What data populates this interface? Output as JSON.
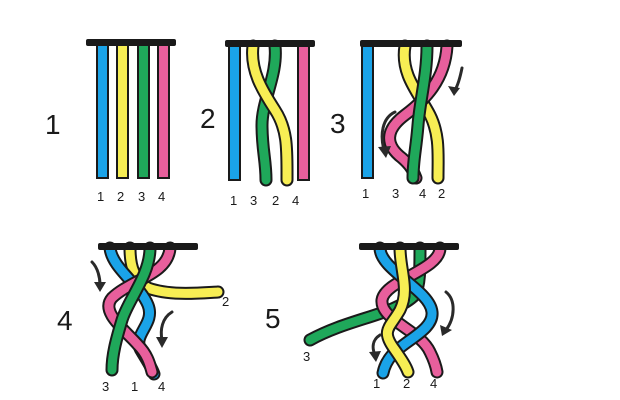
{
  "colors": {
    "blue": "#1aa3e8",
    "yellow": "#f7ee54",
    "green": "#1fa85a",
    "pink": "#e85f9c",
    "outline": "#1a1a1a"
  },
  "steps": [
    {
      "number": "1",
      "labels": [
        "1",
        "2",
        "3",
        "4"
      ]
    },
    {
      "number": "2",
      "labels": [
        "1",
        "3",
        "2",
        "4"
      ]
    },
    {
      "number": "3",
      "labels": [
        "1",
        "3",
        "4",
        "2"
      ]
    },
    {
      "number": "4",
      "labels": [
        "3",
        "1",
        "4"
      ],
      "side_label": "2"
    },
    {
      "number": "5",
      "labels": [
        "1",
        "2",
        "4"
      ],
      "side_label": "3"
    }
  ]
}
